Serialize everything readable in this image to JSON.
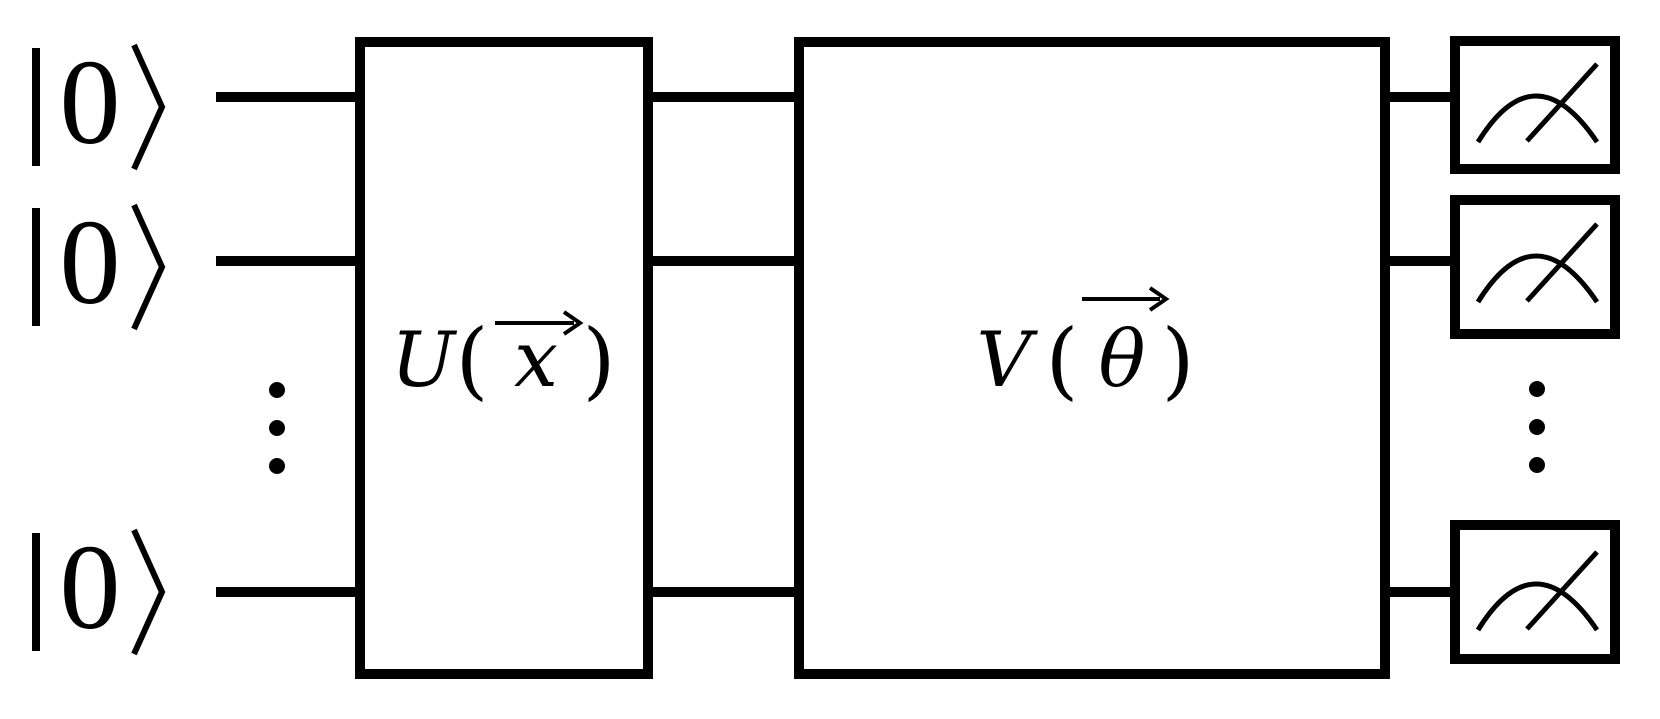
{
  "colors": {
    "ink": "#000000",
    "background": "#ffffff"
  },
  "inputs": [
    {
      "state": "0"
    },
    {
      "state": "0"
    },
    {
      "state": "0"
    }
  ],
  "gates": {
    "encoding": {
      "letter": "U",
      "argument": "x"
    },
    "variational": {
      "letter": "V",
      "argument": "θ"
    }
  },
  "measurements": [
    {
      "icon": "measurement-meter-icon"
    },
    {
      "icon": "measurement-meter-icon"
    },
    {
      "icon": "measurement-meter-icon"
    }
  ],
  "ellipsis_icon": "vertical-ellipsis-icon"
}
